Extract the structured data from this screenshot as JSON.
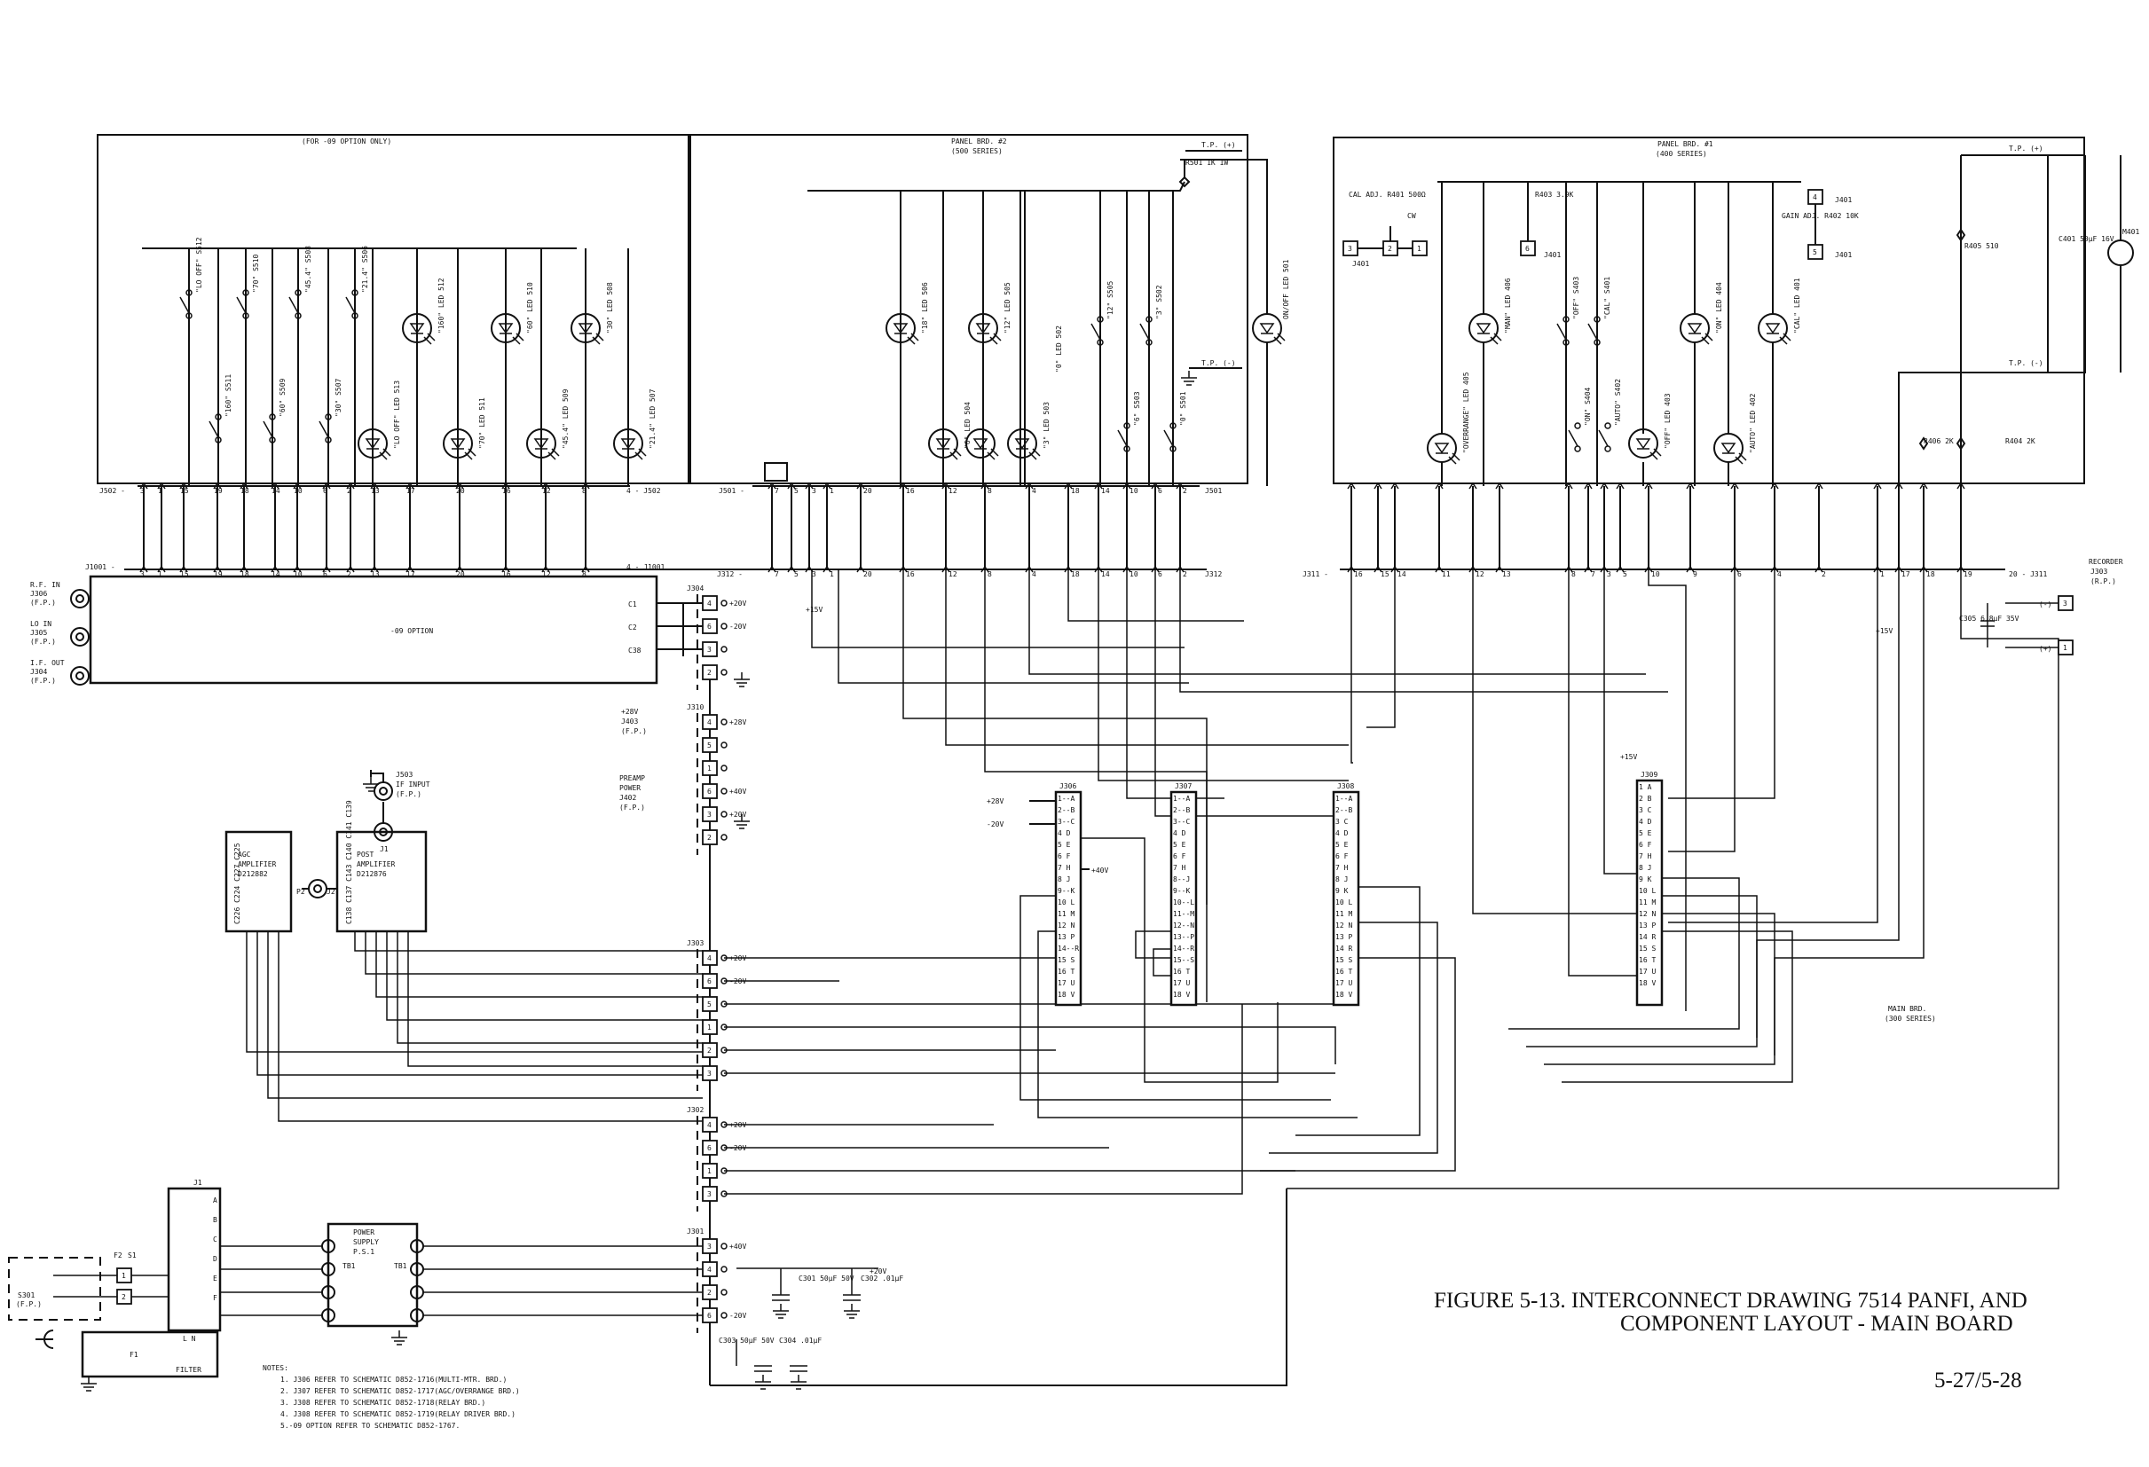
{
  "figure": {
    "caption_line1": "FIGURE 5-13.  INTERCONNECT DRAWING 7514 PANFI, AND",
    "caption_line2": "COMPONENT LAYOUT - MAIN BOARD",
    "page_number": "5-27/5-28"
  },
  "option_panel": {
    "title": "(FOR -09 OPTION ONLY)"
  },
  "panel_500": {
    "title": "PANEL BRD. #2",
    "subtitle": "(500 SERIES)"
  },
  "panel_400": {
    "title": "PANEL BRD. #1",
    "subtitle": "(400 SERIES)"
  },
  "main_board": {
    "title": "MAIN BRD.",
    "subtitle": "(300 SERIES)"
  },
  "option_board": {
    "label": "-09 OPTION"
  },
  "agc_amp": {
    "l1": "AGC",
    "l2": "AMPLIFIER",
    "l3": "D212882",
    "pins": "C226 C224 C227 C225"
  },
  "post_amp": {
    "l1": "POST",
    "l2": "AMPLIFIER",
    "l3": "D212876",
    "pins": "C138 C137 C143 C140 C141 C139"
  },
  "power_supply": {
    "l1": "POWER",
    "l2": "SUPPLY",
    "l3": "P.S.1",
    "tb1": "TB1",
    "tb2": "TB1"
  },
  "filter": {
    "label": "FILTER",
    "ln": "L  N",
    "f1": "F1",
    "f2": "F2",
    "s1": "S1",
    "j1": "J1",
    "rows": [
      "A",
      "B",
      "C",
      "D",
      "E",
      "F"
    ]
  },
  "front_connectors": [
    {
      "l1": "R.F. IN",
      "l2": "J306",
      "l3": "(F.P.)"
    },
    {
      "l1": "LO IN",
      "l2": "J305",
      "l3": "(F.P.)"
    },
    {
      "l1": "I.F. OUT",
      "l2": "J304",
      "l3": "(F.P.)"
    }
  ],
  "s301": {
    "l1": "S301",
    "l2": "(F.P.)"
  },
  "j503": {
    "l1": "J503",
    "l2": "IF INPUT",
    "l3": "(F.P.)",
    "j1": "J1",
    "p2": "P2",
    "j2": "J2"
  },
  "j403": {
    "l1": "+28V",
    "l2": "J403",
    "l3": "(F.P.)"
  },
  "preamp": {
    "l1": "PREAMP",
    "l2": "POWER",
    "l3": "J402",
    "l4": "(F.P.)"
  },
  "recorder": {
    "l1": "RECORDER",
    "l2": "J303",
    "l3": "(R.P.)"
  },
  "headers": {
    "j502_left": "J502 -",
    "j502_right": "4 - J502",
    "j501_left": "J501 -",
    "j501_right": "J501",
    "j1001_left": "J1001 -",
    "j1001_right": "4 - J1001",
    "j312_left": "J312 -",
    "j312_right": "J312",
    "j311_left": "J311 -",
    "j311_right": "20 - J311"
  },
  "j502_pins": [
    "3",
    "1",
    "15",
    "19",
    "18",
    "14",
    "10",
    "6",
    "2",
    "13",
    "17",
    "20",
    "16",
    "12",
    "8"
  ],
  "j501_pins": [
    "7",
    "5",
    "3",
    "1",
    "20",
    "16",
    "12",
    "8",
    "4",
    "18",
    "14",
    "10",
    "6",
    "2"
  ],
  "j311_pins": [
    "16",
    "15",
    "14",
    "11",
    "12",
    "13",
    "8",
    "7",
    "3",
    "5",
    "10",
    "9",
    "6",
    "4",
    "2",
    "1",
    "17",
    "18",
    "19"
  ],
  "c_labels": [
    "C1",
    "C2",
    "C38"
  ],
  "j304_block": {
    "name": "J304",
    "pins": [
      "4",
      "6",
      "3",
      "2"
    ],
    "volts": [
      "+20V",
      "-20V",
      "",
      ""
    ]
  },
  "j310_block": {
    "name": "J310",
    "pins": [
      "4",
      "5",
      "1",
      "6",
      "3",
      "2"
    ],
    "volts": [
      "+28V",
      "",
      "",
      "+40V",
      "+20V",
      ""
    ]
  },
  "j303_block": {
    "name": "J303",
    "pins": [
      "4",
      "6",
      "5",
      "1",
      "2",
      "3"
    ],
    "volts": [
      "+20V",
      "-20V",
      "",
      "",
      "",
      ""
    ]
  },
  "j302_block": {
    "name": "J302",
    "pins": [
      "4",
      "6",
      "1",
      "3"
    ],
    "volts": [
      "+20V",
      "-20V",
      "",
      ""
    ]
  },
  "j301_block": {
    "name": "J301",
    "pins": [
      "3",
      "4",
      "2",
      "6"
    ],
    "volts": [
      "+40V",
      "",
      "",
      "-20V"
    ]
  },
  "supply_labels": {
    "p15v_a": "+15V",
    "p15v_b": "+15V",
    "p15v_c": "+15V",
    "v28": "+28V",
    "m20": "-20V",
    "p40": "+40V",
    "p20": "+20V"
  },
  "caps": {
    "c301": "C301 50µF 50V",
    "c302": "C302 .01µF",
    "c303": "C303 50µF 50V",
    "c304": "C304 .01µF",
    "c305": "C305 6.8µF 35V",
    "c401": "C401 50µF 16V"
  },
  "resistors": {
    "r501": "R501 1K 1W",
    "r401": "CAL ADJ. R401 500Ω",
    "cw": "CW",
    "r403": "R403 3.9K",
    "r402": "GAIN ADJ. R402 10K",
    "r405": "R405 510",
    "r406": "R406 2K",
    "r404": "R404 2K",
    "m401": "M401"
  },
  "test_points": {
    "tp_plus_a": "T.P. (+)",
    "tp_minus_a": "T.P. (-)",
    "tp_plus_b": "T.P. (+)",
    "tp_minus_b": "T.P. (-)"
  },
  "j401_pins": {
    "a": "3",
    "b": "2",
    "c": "1",
    "d": "4",
    "e": "6",
    "f": "5",
    "name": "J401"
  },
  "switches_opt": [
    "\"LO OFF\" S512",
    "\"70\" S510",
    "\"45.4\" S508",
    "\"21.4\" S506",
    "\"160\" S511",
    "\"60\" S509",
    "\"30\" S507"
  ],
  "leds_opt": [
    "\"160\" LED 512",
    "\"60\" LED 510",
    "\"30\" LED 508",
    "\"LO OFF\" LED 513",
    "\"70\" LED 511",
    "\"45.4\" LED 509",
    "\"21.4\" LED 507"
  ],
  "leds_500": [
    "\"18\" LED 506",
    "\"12\" LED 505",
    "\"6\" LED 504",
    "\"3\" LED 503",
    "\"0\" LED 502",
    "ON/OFF LED 501"
  ],
  "switches_500": [
    "\"12\" S505",
    "\"3\" S502",
    "\"6\" S503",
    "\"0\" S501"
  ],
  "leds_400": [
    "\"MAN\" LED 406",
    "\"OVERRANGE\" LED 405",
    "\"ON\" LED 404",
    "\"OFF\" LED 403",
    "\"CAL\" LED 401",
    "\"AUTO\" LED 402"
  ],
  "switches_400": [
    "\"OFF\" S403",
    "\"CAL\" S401",
    "\"ON\" S404",
    "\"AUTO\" S402"
  ],
  "j306_conn": {
    "name": "J306",
    "rows": [
      "1--A",
      "2--B",
      "3--C",
      "4  D",
      "5  E",
      "6  F",
      "7  H",
      "8  J",
      "9--K",
      "10  L",
      "11  M",
      "12  N",
      "13  P",
      "14--R",
      "15  S",
      "16  T",
      "17  U",
      "18  V"
    ]
  },
  "j307_conn": {
    "name": "J307",
    "rows": [
      "1--A",
      "2--B",
      "3--C",
      "4  D",
      "5  E",
      "6  F",
      "7  H",
      "8--J",
      "9--K",
      "10--L",
      "11--M",
      "12--N",
      "13--P",
      "14--R",
      "15--S",
      "16  T",
      "17  U",
      "18  V"
    ]
  },
  "j308_conn": {
    "name": "J308",
    "rows": [
      "1--A",
      "2--B",
      "3  C",
      "4  D",
      "5  E",
      "6  F",
      "7  H",
      "8  J",
      "9  K",
      "10  L",
      "11  M",
      "12  N",
      "13  P",
      "14  R",
      "15  S",
      "16  T",
      "17  U",
      "18  V"
    ]
  },
  "j309_conn": {
    "name": "J309",
    "rows": [
      "1  A",
      "2  B",
      "3  C",
      "4  D",
      "5  E",
      "6  F",
      "7  H",
      "8  J",
      "9  K",
      "10  L",
      "11  M",
      "12  N",
      "13  P",
      "14  R",
      "15  S",
      "16  T",
      "17  U",
      "18  V"
    ]
  },
  "notes": {
    "title": "NOTES:",
    "items": [
      "1. J306 REFER TO SCHEMATIC D852-1716(MULTI-MTR. BRD.)",
      "2. J307 REFER TO SCHEMATIC D852-1717(AGC/OVERRANGE BRD.)",
      "3. J308 REFER TO SCHEMATIC D852-1718(RELAY BRD.)",
      "4. J308 REFER TO SCHEMATIC D852-1719(RELAY DRIVER BRD.)",
      "5.-09 OPTION REFER TO SCHEMATIC D852-1767."
    ]
  }
}
